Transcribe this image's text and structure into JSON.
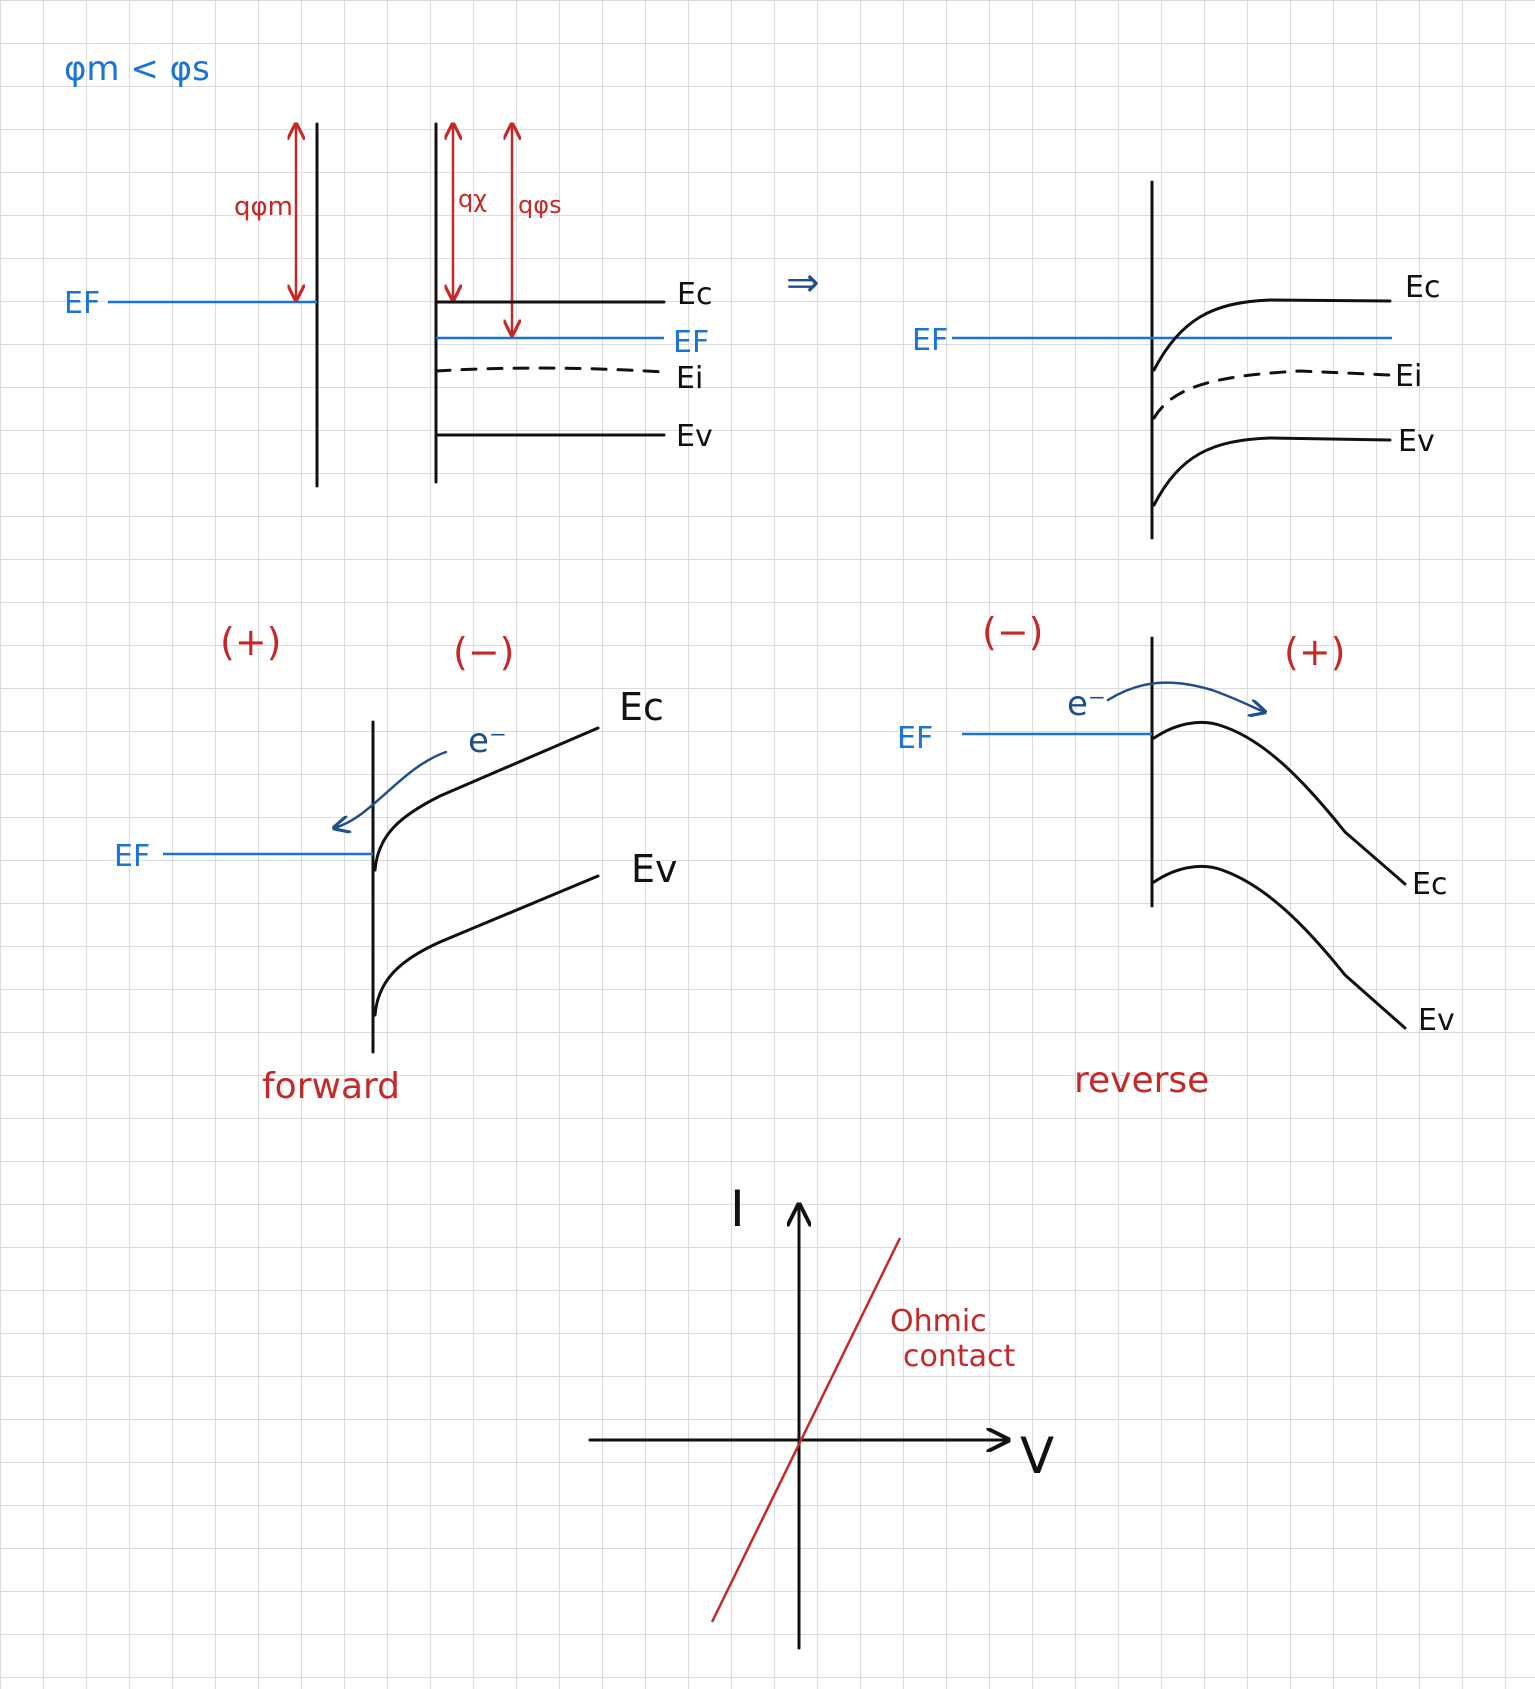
{
  "colors": {
    "black": "#111111",
    "blue": "#1a73d9",
    "red": "#c62828",
    "navy": "#1f4e8c",
    "grid": "#dcdcdc"
  },
  "title": "φm < φs",
  "panel_before": {
    "metal_ef": "EF",
    "q_phi_m": "qφm",
    "q_chi": "qχ",
    "q_phi_s": "qφs",
    "ec": "Ec",
    "ef": "EF",
    "ei": "Ei",
    "ev": "Ev"
  },
  "implies_arrow": "⇒",
  "panel_equilibrium": {
    "ef": "EF",
    "ec": "Ec",
    "ei": "Ei",
    "ev": "Ev"
  },
  "panel_forward": {
    "metal_sign": "(+)",
    "semi_sign": "(−)",
    "ec": "Ec",
    "ev": "Ev",
    "ef": "EF",
    "electron": "e⁻",
    "caption": "forward"
  },
  "panel_reverse": {
    "metal_sign": "(−)",
    "semi_sign": "(+)",
    "ef": "EF",
    "electron": "e⁻",
    "ec": "Ec",
    "ev": "Ev",
    "caption": "reverse"
  },
  "iv_plot": {
    "y_label": "I",
    "x_label": "V",
    "line_label_1": "Ohmic",
    "line_label_2": "contact"
  }
}
